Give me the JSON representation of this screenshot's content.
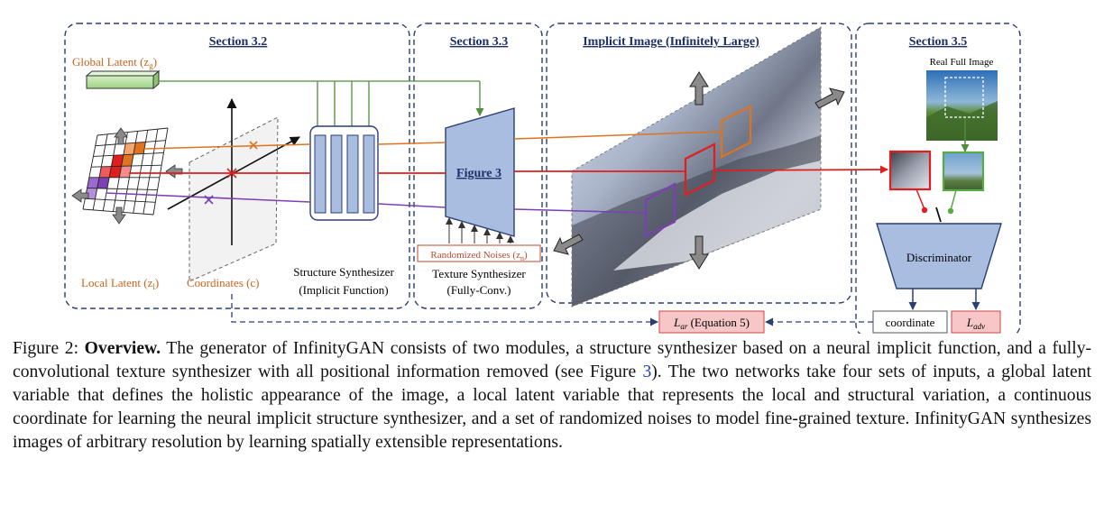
{
  "figure": {
    "sections": {
      "s32": "Section 3.2",
      "s33": "Section 3.3",
      "implicit": "Implicit Image (Infinitely Large)",
      "s35": "Section 3.5"
    },
    "labels": {
      "global_latent": "Global Latent (z",
      "global_latent_sub": "g",
      "local_latent": "Local Latent (z",
      "local_latent_sub": "l",
      "coordinates": "Coordinates (c)",
      "structure_line1": "Structure Synthesizer",
      "structure_line2": "(Implicit Function)",
      "figure3": "Figure 3",
      "noises": "Randomized Noises (z",
      "noises_sub": "n",
      "texture_line1": "Texture Synthesizer",
      "texture_line2": "(Fully-Conv.)",
      "real_full_image": "Real Full Image",
      "discriminator": "Discriminator",
      "coordinate": "coordinate",
      "l_adv_main": "L",
      "l_adv_sub": "adv",
      "l_ar_main": "L",
      "l_ar_sub": "ar",
      "l_ar_suffix": "(Equation 5)"
    },
    "colors": {
      "section_border": "#2b3f73",
      "global": "#c8641e",
      "local": "#e0731f",
      "red": "#e01e1e",
      "purple": "#7d3fb4",
      "green": "#5aaa46",
      "module_fill": "#a9bde0",
      "loss_fill": "#f7c7c7"
    }
  },
  "caption": {
    "label": "Figure 2:",
    "title": "Overview.",
    "part1": "The generator of InfinityGAN consists of two modules, a structure synthesizer based on a neural implicit function, and a fully-convolutional texture synthesizer with all positional information removed (see Figure ",
    "ref": "3",
    "part2": "). The two networks take four sets of inputs, a global latent variable that defines the holistic appearance of the image, a local latent variable that represents the local and structural variation, a continuous coordinate for learning the neural implicit structure synthesizer, and a set of randomized noises to model fine-grained texture. InfinityGAN synthesizes images of arbitrary resolution by learning spatially extensible representations."
  }
}
